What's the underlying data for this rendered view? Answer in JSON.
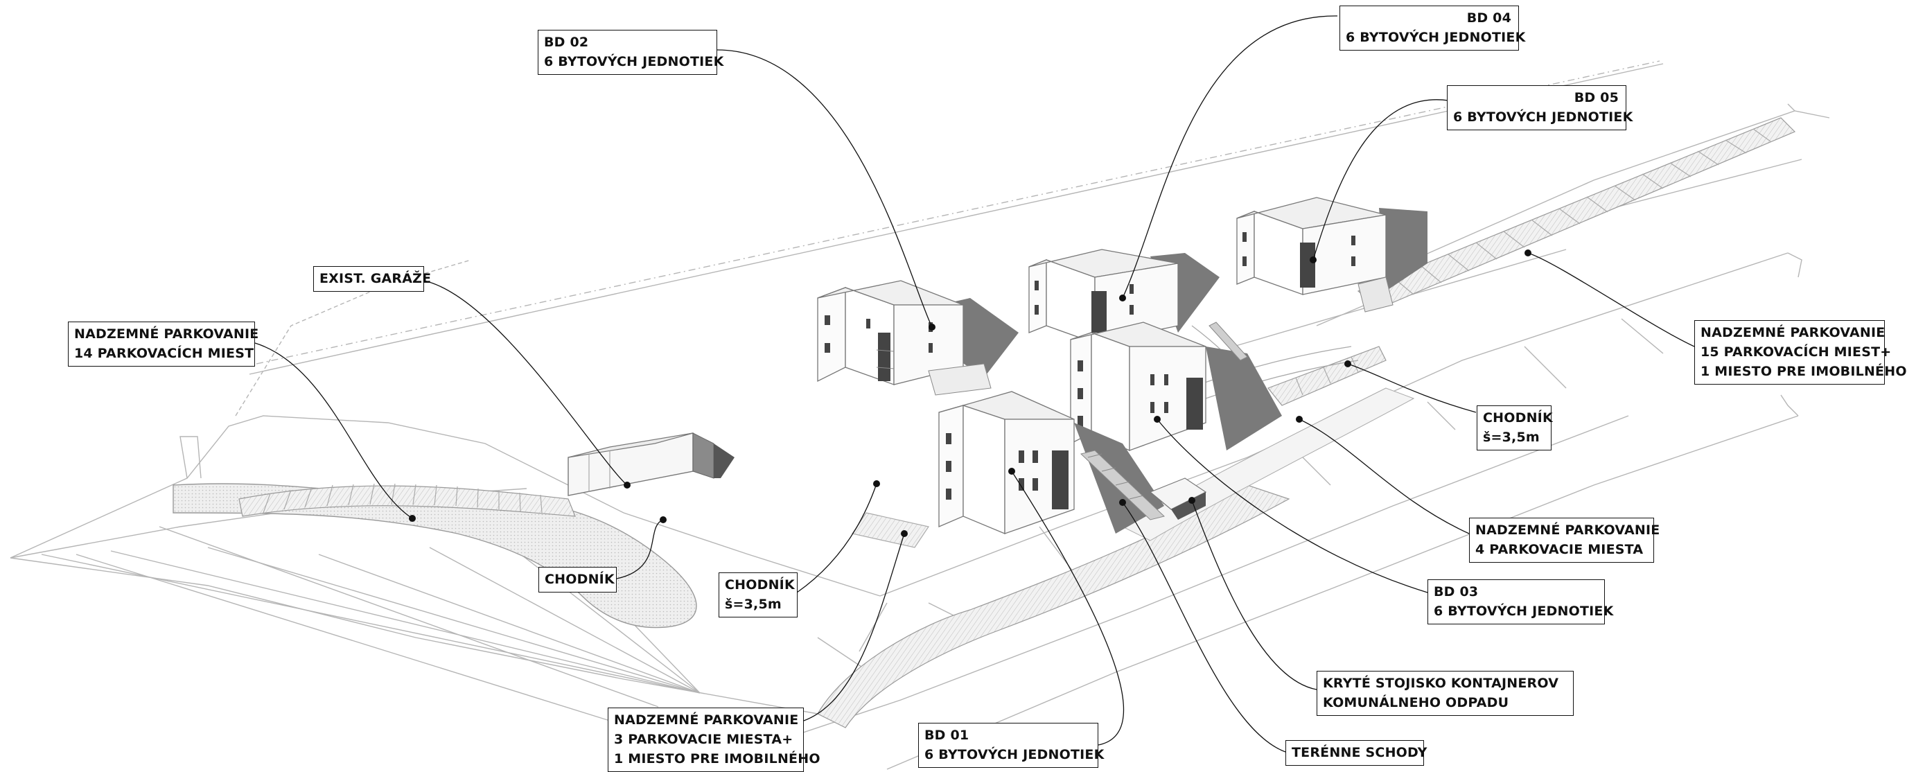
{
  "labels": [
    {
      "id": "bd02",
      "lines": [
        "BD 02",
        "6 BYTOVÝCH JEDNOTIEK"
      ]
    },
    {
      "id": "bd04",
      "lines": [
        "BD 04",
        "6 BYTOVÝCH JEDNOTIEK"
      ]
    },
    {
      "id": "bd05",
      "lines": [
        "BD 05",
        "6 BYTOVÝCH JEDNOTIEK"
      ]
    },
    {
      "id": "garaze",
      "lines": [
        "EXIST. GARÁŽE"
      ]
    },
    {
      "id": "park14",
      "lines": [
        "NADZEMNÉ PARKOVANIE",
        "14 PARKOVACÍCH MIEST"
      ]
    },
    {
      "id": "park15",
      "lines": [
        "NADZEMNÉ PARKOVANIE",
        "15 PARKOVACÍCH MIEST+",
        "1 MIESTO PRE IMOBILNÉHO"
      ]
    },
    {
      "id": "chodnik-right",
      "lines": [
        "CHODNÍK",
        "š=3,5m"
      ]
    },
    {
      "id": "park4",
      "lines": [
        "NADZEMNÉ PARKOVANIE",
        "4 PARKOVACIE MIESTA"
      ]
    },
    {
      "id": "bd03",
      "lines": [
        "BD 03",
        "6 BYTOVÝCH JEDNOTIEK"
      ]
    },
    {
      "id": "chodnik-left",
      "lines": [
        "CHODNÍK"
      ]
    },
    {
      "id": "chodnik-mid",
      "lines": [
        "CHODNÍK",
        "š=3,5m"
      ]
    },
    {
      "id": "kontajnery",
      "lines": [
        "KRYTÉ STOJISKO KONTAJNEROV",
        "KOMUNÁLNEHO ODPADU"
      ]
    },
    {
      "id": "park3",
      "lines": [
        "NADZEMNÉ PARKOVANIE",
        "3 PARKOVACIE MIESTA+",
        "1 MIESTO PRE IMOBILNÉHO"
      ]
    },
    {
      "id": "bd01",
      "lines": [
        "BD 01",
        "6 BYTOVÝCH JEDNOTIEK"
      ]
    },
    {
      "id": "schody",
      "lines": [
        "TERÉNNE SCHODY"
      ]
    }
  ]
}
